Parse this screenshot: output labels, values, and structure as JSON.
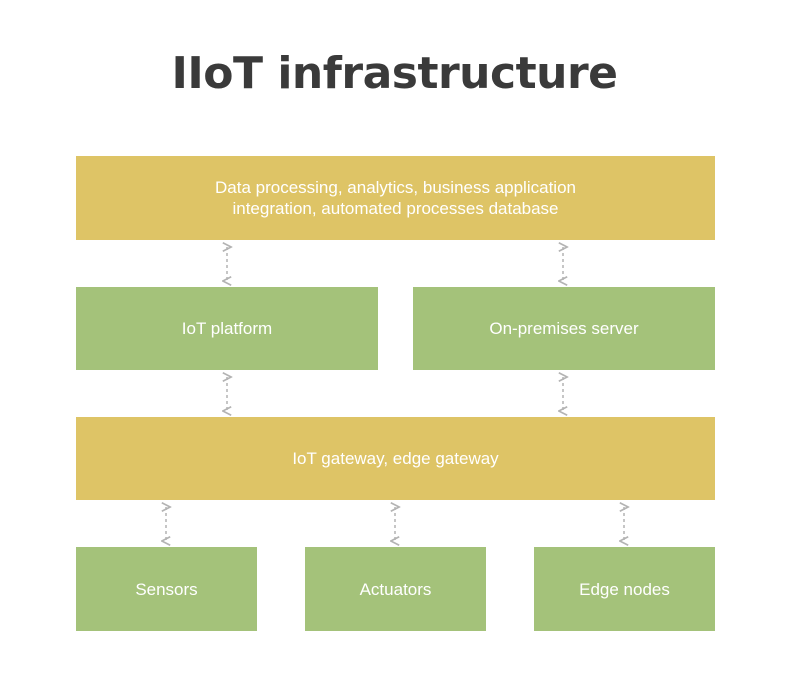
{
  "title": "IIoT infrastructure",
  "layers": {
    "applications": {
      "line1": "Data processing, analytics, business application",
      "line2": "integration, automated processes database"
    },
    "iot_platform": "IoT platform",
    "on_premises_server": "On-premises server",
    "gateway": "IoT gateway, edge gateway",
    "sensors": "Sensors",
    "actuators": "Actuators",
    "edge_nodes": "Edge nodes"
  },
  "colors": {
    "yellow": "#dec466",
    "green": "#a4c27a",
    "title": "#3a3a3a",
    "connector": "#b3b3b3"
  }
}
